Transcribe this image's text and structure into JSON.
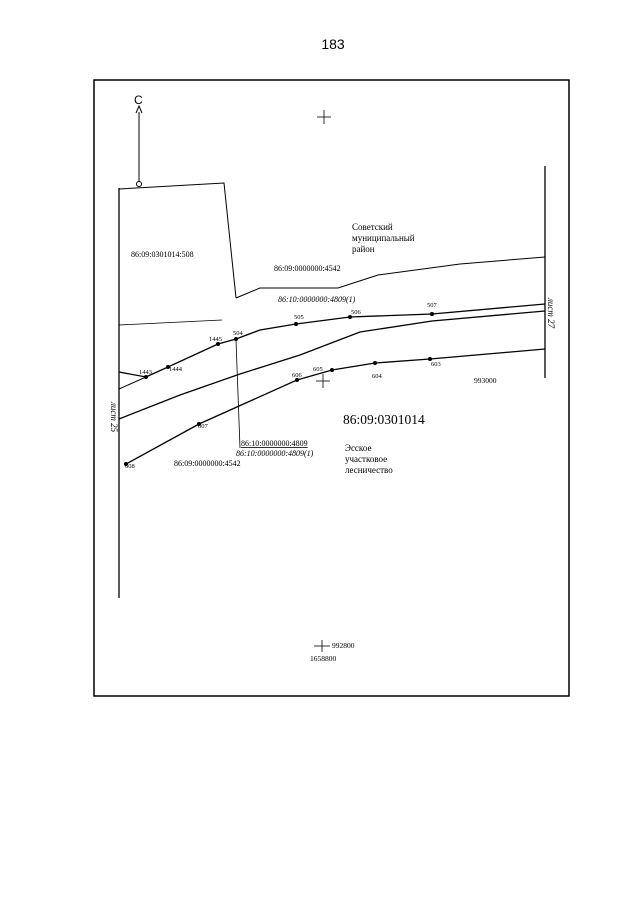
{
  "page_number": "183",
  "north_label": "С",
  "sheet_left": "лист 25",
  "sheet_right": "лист 27",
  "parcels": {
    "p508": "86:09:0301014:508",
    "p4542_top": "86:09:0000000:4542",
    "p4809_1_top": "86:10:0000000:4809(1)",
    "block_main": "86:09:0301014",
    "p4809": "86:10:0000000:4809",
    "p4809_1_bottom": "86:10:0000000:4809(1)",
    "p4542_bottom": "86:09:0000000:4542"
  },
  "areas": {
    "district": [
      "Советский",
      "муниципальный",
      "район"
    ],
    "forestry": [
      "Эсское",
      "участковое",
      "лесничество"
    ]
  },
  "points": {
    "p1443": "1443",
    "p1444": "1444",
    "p1445": "1445",
    "p504": "504",
    "p505": "505",
    "p506": "506",
    "p507": "507",
    "p606": "606",
    "p605": "605",
    "p604": "604",
    "p603": "603",
    "p607": "607",
    "p608": "608"
  },
  "coords": {
    "top_right_value": "993000",
    "bottom_y": "992800",
    "bottom_x": "1658800"
  }
}
